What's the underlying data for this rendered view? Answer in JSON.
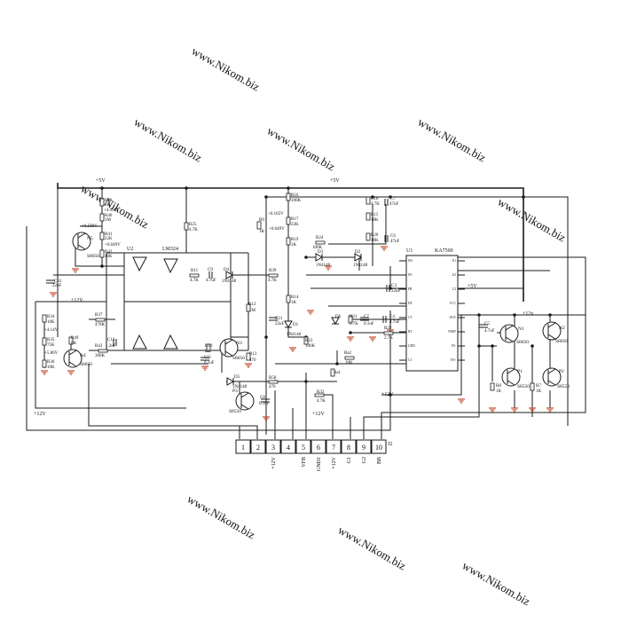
{
  "watermark": "www.Nikom.biz",
  "supply_labels": [
    "+5V",
    "+5V",
    "+12V",
    "+12V",
    "+12V",
    "+12V",
    "+5V",
    "+12v"
  ],
  "ics": [
    {
      "ref": "U2",
      "part": "LM324"
    },
    {
      "ref": "U1",
      "part": "KA7500"
    }
  ],
  "ic_pins": [
    "IN+",
    "IN-",
    "FB",
    "DT",
    "CT",
    "RT",
    "GND",
    "C1",
    "E1",
    "E2",
    "C2",
    "VCC",
    "OUT",
    "VREF",
    "IN-",
    "IN+"
  ],
  "transistors": [
    {
      "ref": "N5",
      "part": "S8050"
    },
    {
      "ref": "N4",
      "part": "S8050"
    },
    {
      "ref": "N3",
      "part": "S8050"
    },
    {
      "ref": "P3",
      "part": "S8550"
    },
    {
      "ref": "N1",
      "part": "S8050"
    },
    {
      "ref": "N2",
      "part": "S8050"
    },
    {
      "ref": "P1",
      "part": "S8550"
    },
    {
      "ref": "P2",
      "part": "S8550"
    }
  ],
  "resistors": [
    {
      "ref": "R38",
      "value": "1K"
    },
    {
      "ref": "R40",
      "value": "1M"
    },
    {
      "ref": "R41",
      "value": "22K"
    },
    {
      "ref": "R42",
      "value": "10K"
    },
    {
      "ref": "R25",
      "value": "4.7K"
    },
    {
      "ref": "R16",
      "value": "100K"
    },
    {
      "ref": "R17",
      "value": "22K"
    },
    {
      "ref": "R9",
      "value": "1K"
    },
    {
      "ref": "R19",
      "value": "1K"
    },
    {
      "ref": "R18",
      "value": "4.7K"
    },
    {
      "ref": "R15",
      "value": "10K"
    },
    {
      "ref": "R20",
      "value": "10K"
    },
    {
      "ref": "R24",
      "value": "100K"
    },
    {
      "ref": "R11",
      "value": "4.7K"
    },
    {
      "ref": "R39",
      "value": "4.7K"
    },
    {
      "ref": "R14",
      "value": "1K"
    },
    {
      "ref": "R12",
      "value": "1M"
    },
    {
      "ref": "R37",
      "value": "470K"
    },
    {
      "ref": "R34",
      "value": "10K"
    },
    {
      "ref": "R35",
      "value": "75K"
    },
    {
      "ref": "R36",
      "value": "10K"
    },
    {
      "ref": "R49",
      "value": "8K"
    },
    {
      "ref": "R43",
      "value": "300K"
    },
    {
      "ref": "R10",
      "value": "2K"
    },
    {
      "ref": "R13",
      "value": "470"
    },
    {
      "ref": "R23",
      "value": "100K"
    },
    {
      "ref": "R21",
      "value": "2.7K"
    },
    {
      "ref": "R22",
      "value": "2.7K"
    },
    {
      "ref": "Ra2",
      "value": "10K"
    },
    {
      "ref": "Ra1",
      "value": ""
    },
    {
      "ref": "R58",
      "value": "470"
    },
    {
      "ref": "R32",
      "value": "4.7K"
    },
    {
      "ref": "R8",
      "value": "1K"
    },
    {
      "ref": "R7",
      "value": "1K"
    }
  ],
  "capacitors": [
    {
      "ref": "C31",
      "value": "22uF"
    },
    {
      "ref": "C9",
      "value": "4.7uF"
    },
    {
      "ref": "C12",
      "value": "1.2uF"
    },
    {
      "ref": "C11",
      "value": "0.1uF"
    },
    {
      "ref": "C21",
      "value": "22uF"
    },
    {
      "ref": "C8",
      "value": "0.1uF"
    },
    {
      "ref": "C7",
      "value": "47uF"
    },
    {
      "ref": "C6",
      "value": "47uF"
    },
    {
      "ref": "C5",
      "value": "4.7uF"
    },
    {
      "ref": "C3",
      "value": "22uF"
    },
    {
      "ref": "C4",
      "value": "4.7uF"
    },
    {
      "ref": "C7",
      "value": "0.1uF"
    },
    {
      "ref": "C2",
      "value": "0.1uF"
    }
  ],
  "diodes": [
    {
      "ref": "D4",
      "part": "1N4148"
    },
    {
      "ref": "D3",
      "part": "1N4148"
    },
    {
      "ref": "D2",
      "part": "1N4148"
    },
    {
      "ref": "D1",
      "part": "1N4148"
    },
    {
      "ref": "D6",
      "part": ""
    },
    {
      "ref": "D5",
      "part": "1N4148"
    }
  ],
  "voltage_readings": [
    "+4.995V",
    "+0.599V",
    "+0.049V",
    "+0.165V",
    "+0.049V",
    "+4.14V",
    "+5.86V"
  ],
  "connector": {
    "ref": "J2",
    "pins": [
      "1",
      "2",
      "3",
      "4",
      "5",
      "6",
      "7",
      "8",
      "9",
      "10"
    ],
    "labels": [
      "",
      "",
      "+12V",
      "",
      "VFB",
      "GND1",
      "+12V",
      "G1",
      "G2",
      "BB"
    ]
  }
}
